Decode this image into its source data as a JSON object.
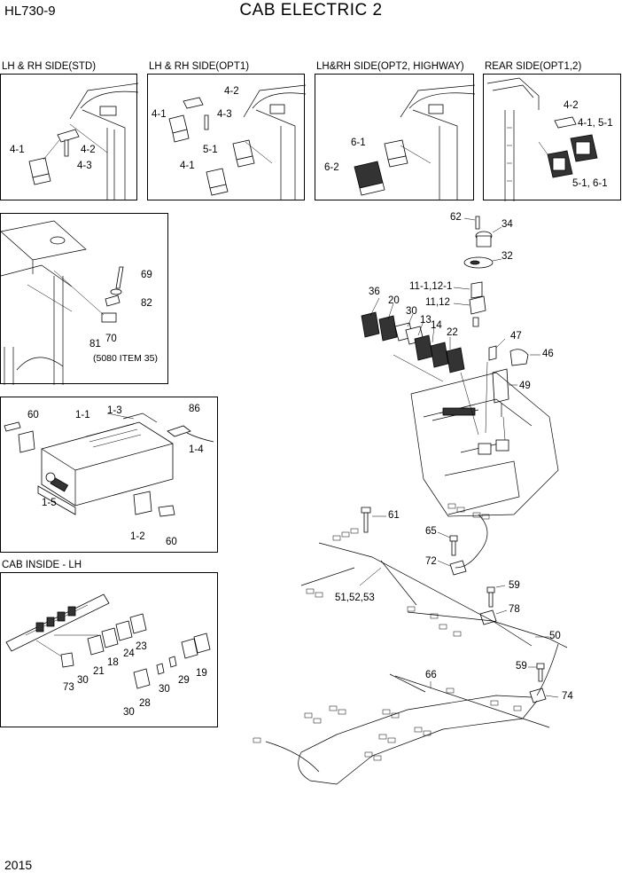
{
  "header": {
    "model": "HL730-9",
    "title": "CAB ELECTRIC 2"
  },
  "footer": {
    "page_number": "2015"
  },
  "panels": {
    "std": {
      "caption": "LH & RH SIDE(STD)",
      "labels": [
        "4-1",
        "4-2",
        "4-3"
      ]
    },
    "opt1": {
      "caption": "LH & RH SIDE(OPT1)",
      "labels": [
        "4-1",
        "4-2",
        "4-3",
        "5-1",
        "4-1"
      ]
    },
    "opt2": {
      "caption": "LH&RH SIDE(OPT2, HIGHWAY)",
      "labels": [
        "6-1",
        "6-2"
      ]
    },
    "rear": {
      "caption": "REAR SIDE(OPT1,2)",
      "labels": [
        "4-2",
        "4-1, 5-1",
        "5-1, 6-1"
      ]
    },
    "antenna": {
      "labels": [
        "69",
        "82",
        "81",
        "70"
      ],
      "note": "(5080 ITEM 35)"
    },
    "radio": {
      "labels": [
        "60",
        "1-1",
        "1-3",
        "86",
        "1-4",
        "1-5",
        "1-2",
        "60"
      ]
    },
    "cab_inside": {
      "caption": "CAB INSIDE - LH",
      "labels": [
        "73",
        "30",
        "21",
        "18",
        "24",
        "23",
        "30",
        "28",
        "30",
        "29",
        "19"
      ]
    }
  },
  "main": {
    "labels": [
      "62",
      "34",
      "32",
      "11-1,12-1",
      "11,12",
      "36",
      "20",
      "30",
      "13",
      "14",
      "22",
      "47",
      "46",
      "49",
      "61",
      "65",
      "72",
      "51,52,53",
      "59",
      "78",
      "50",
      "59",
      "66",
      "74"
    ]
  }
}
